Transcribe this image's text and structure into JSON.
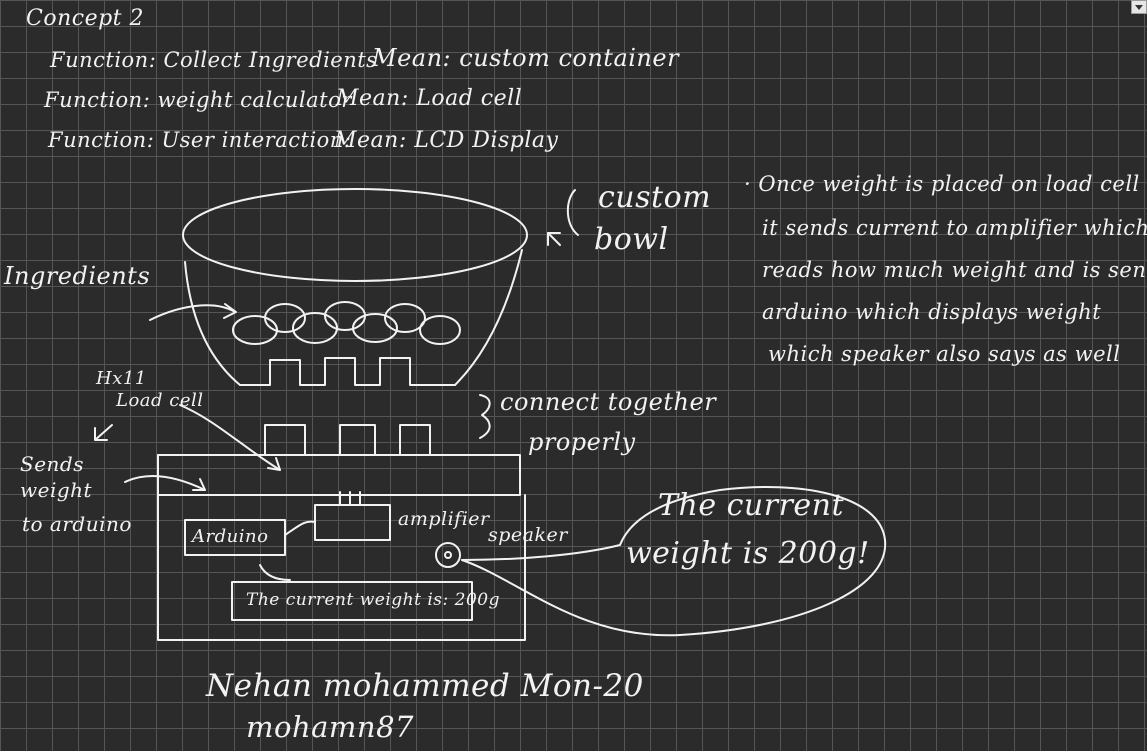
{
  "header": {
    "concept": "Concept 2",
    "rows": [
      {
        "function": "Function: Collect Ingredients",
        "mean": "Mean: custom container"
      },
      {
        "function": "Function: weight calculator",
        "mean": "Mean: Load cell"
      },
      {
        "function": "Function: User interaction:",
        "mean": "Mean: LCD Display"
      }
    ]
  },
  "labels": {
    "custom_bowl_1": "custom",
    "custom_bowl_2": "bowl",
    "ingredients": "Ingredients",
    "hx11": "Hx11",
    "load_cell": "Load cell",
    "connect_together_1": "connect together",
    "connect_together_2": "properly",
    "sends_1": "Sends",
    "sends_2": "weight",
    "sends_3": "to arduino",
    "arduino": "Arduino",
    "amplifier": "amplifier",
    "speaker": "speaker",
    "display_text": "The current weight is: 200g",
    "bubble_1": "The current",
    "bubble_2": "weight is 200g!"
  },
  "notes": [
    "· Once weight is placed on load cell",
    "it sends current to amplifier which",
    "reads how much weight and is sent to",
    "arduino which displays weight",
    "which speaker also says as well"
  ],
  "signature": {
    "name_date": "Nehan mohammed  Mon-20",
    "id": "mohamn87"
  },
  "icons": {
    "corner": "dropdown-arrow-icon"
  }
}
